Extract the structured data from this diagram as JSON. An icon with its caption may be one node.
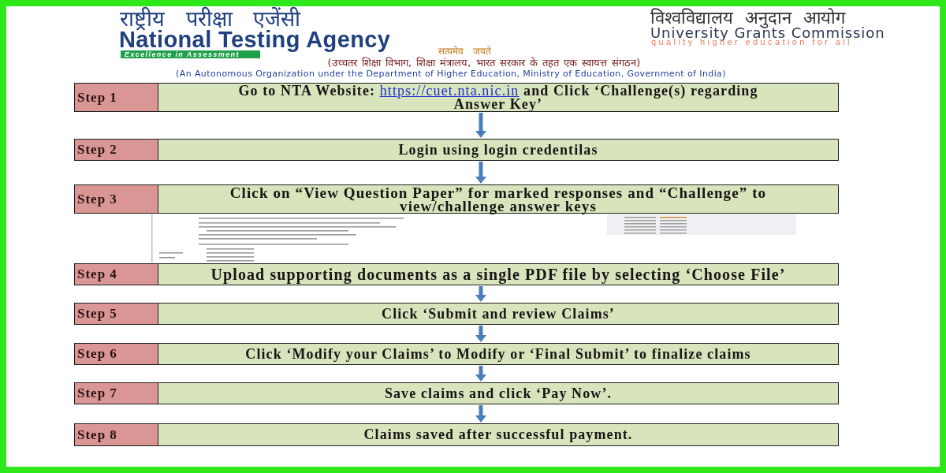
{
  "diagram": {
    "nodes": [
      {
        "text": [
          "Step 1",
          "Go to NTA Website:",
          "https://cuet.nta.nic.in",
          "and Click ‘Challenge(s) regarding Answer Key’"
        ]
      },
      {
        "text": [
          "Step 2",
          "Login using login credentilas"
        ]
      },
      {
        "text": [
          "Step 3",
          "Click on “View Question Paper” for marked responses and “Challenge” to view/challenge answer keys"
        ]
      },
      {
        "text": [],
        "shape": "picture"
      },
      {
        "text": [
          "Step 4",
          "Upload supporting documents as a single PDF file by selecting ‘Choose File’"
        ]
      },
      {
        "text": [
          "Step 5",
          "Click ‘Submit and review Claims’"
        ]
      },
      {
        "text": [
          "Step 6",
          "Click ‘Modify your Claims’ to Modify or ‘Final Submit’ to finalize claims"
        ]
      },
      {
        "text": [
          "Step 7",
          "Save claims and click ‘Pay Now’."
        ]
      },
      {
        "text": [
          "Step 8",
          "Claims saved after successful payment."
        ]
      }
    ],
    "edges": [
      {
        "from": 0,
        "to": 1,
        "arrow": "to"
      },
      {
        "from": 1,
        "to": 2,
        "arrow": "to"
      },
      {
        "from": 4,
        "to": 5,
        "arrow": "to"
      },
      {
        "from": 5,
        "to": 6,
        "arrow": "to"
      },
      {
        "from": 6,
        "to": 7,
        "arrow": "to"
      },
      {
        "from": 7,
        "to": 8,
        "arrow": "to"
      }
    ],
    "labels": [
      "राष्ट्रीय परीक्षा एजेंसी",
      "National Testing Agency",
      "Excellence in Assessment",
      "सत्यमेव जयते",
      "विश्वविद्यालय अनुदान आयोग",
      "University Grants Commission",
      "quality higher education for all",
      "(उच्चतर शिक्षा विभाग, शिक्षा मंत्रालय, भारत सरकार के तहत एक स्वायत्त संगठन)",
      "(An Autonomous Organization under the Department of Higher Education, Ministry of Education, Government of India)"
    ]
  }
}
